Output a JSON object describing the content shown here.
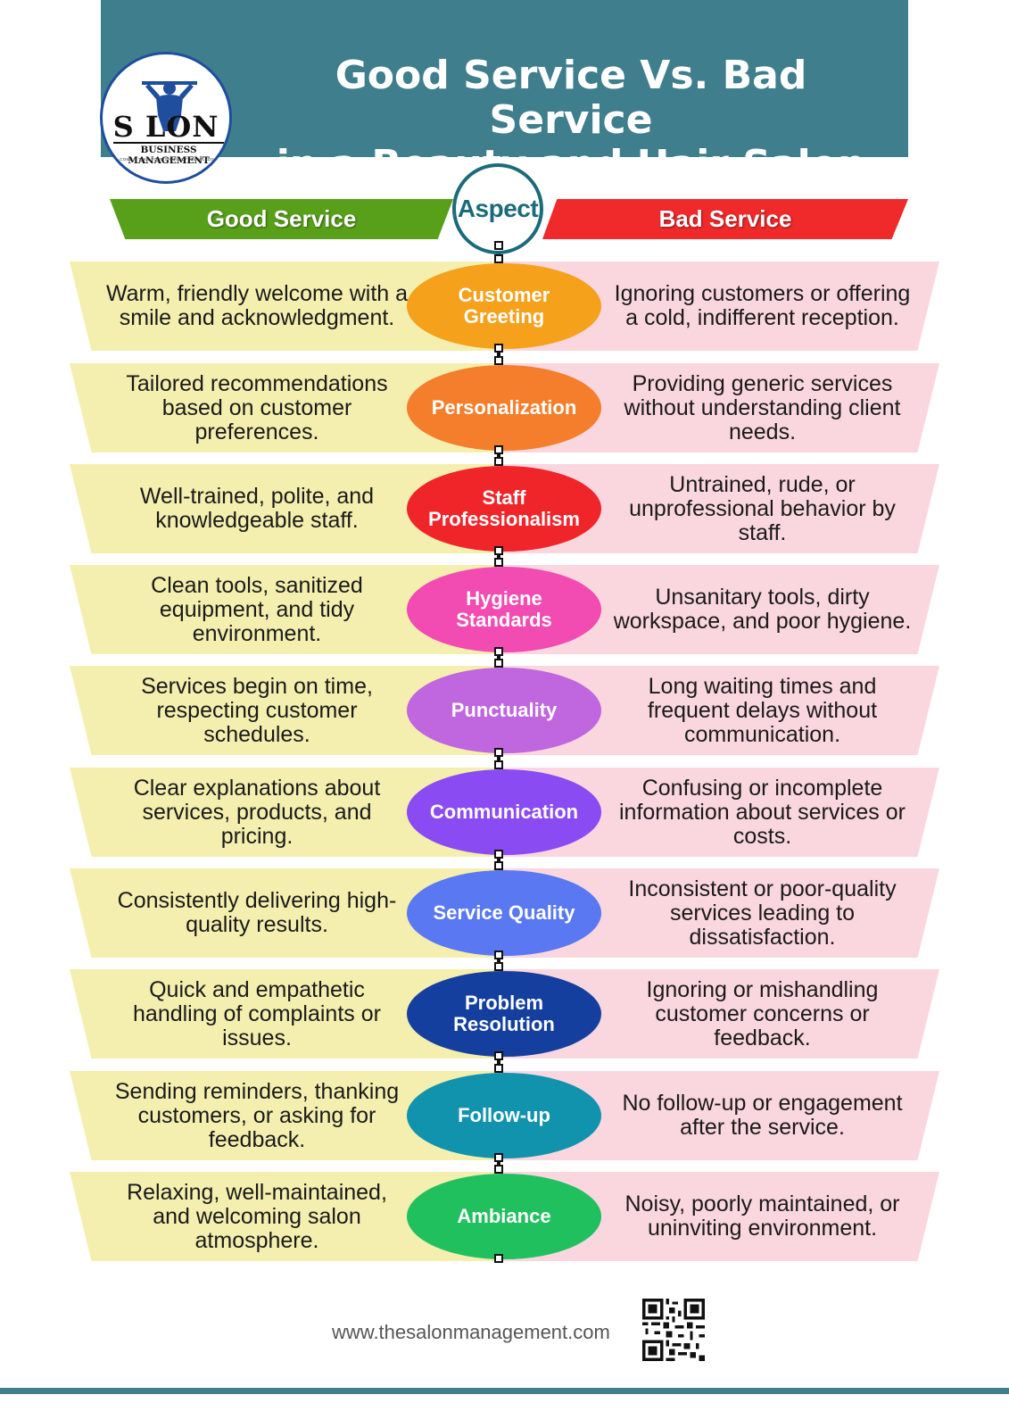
{
  "header": {
    "title_line1": "Good Service Vs. Bad Service",
    "title_line2": "in a Beauty and Hair Salon"
  },
  "logo": {
    "name": "S LON",
    "subtitle": "BUSINESS MANAGEMENT",
    "tagline": "COME... TAKE YOUR SHARE OF KNOWLEDGE"
  },
  "columns": {
    "good": "Good Service",
    "aspect": "Aspect",
    "bad": "Bad Service"
  },
  "rows": [
    {
      "aspect": "Customer Greeting",
      "color": "#f5a11c",
      "good": "Warm, friendly welcome with a smile and acknowledgment.",
      "bad": "Ignoring customers or offering a cold, indifferent reception."
    },
    {
      "aspect": "Personalization",
      "color": "#f47e2c",
      "good": "Tailored recommendations based on customer preferences.",
      "bad": "Providing generic services without understanding client needs."
    },
    {
      "aspect": "Staff Professionalism",
      "color": "#f0252a",
      "good": "Well-trained, polite, and knowledgeable staff.",
      "bad": "Untrained, rude, or unprofessional behavior by staff."
    },
    {
      "aspect": "Hygiene Standards",
      "color": "#f24bb1",
      "good": "Clean tools, sanitized equipment, and tidy environment.",
      "bad": "Unsanitary tools, dirty workspace, and poor hygiene."
    },
    {
      "aspect": "Punctuality",
      "color": "#c066df",
      "good": "Services begin on time, respecting customer schedules.",
      "bad": "Long waiting times and frequent delays without communication."
    },
    {
      "aspect": "Communication",
      "color": "#8a4cf2",
      "good": "Clear explanations about services, products, and pricing.",
      "bad": "Confusing or incomplete information about services or costs."
    },
    {
      "aspect": "Service Quality",
      "color": "#5a78f2",
      "good": "Consistently delivering high-quality results.",
      "bad": "Inconsistent or poor-quality services leading to dissatisfaction."
    },
    {
      "aspect": "Problem Resolution",
      "color": "#143f9e",
      "good": "Quick and empathetic handling of complaints or issues.",
      "bad": "Ignoring or mishandling customer concerns or feedback."
    },
    {
      "aspect": "Follow-up",
      "color": "#1193ae",
      "good": "Sending reminders, thanking customers, or asking for feedback.",
      "bad": "No follow-up or engagement after the service."
    },
    {
      "aspect": "Ambiance",
      "color": "#21c05f",
      "good": "Relaxing, well-maintained, and welcoming salon atmosphere.",
      "bad": "Noisy, poorly maintained, or uninviting environment."
    }
  ],
  "footer": {
    "url": "www.thesalonmanagement.com"
  }
}
